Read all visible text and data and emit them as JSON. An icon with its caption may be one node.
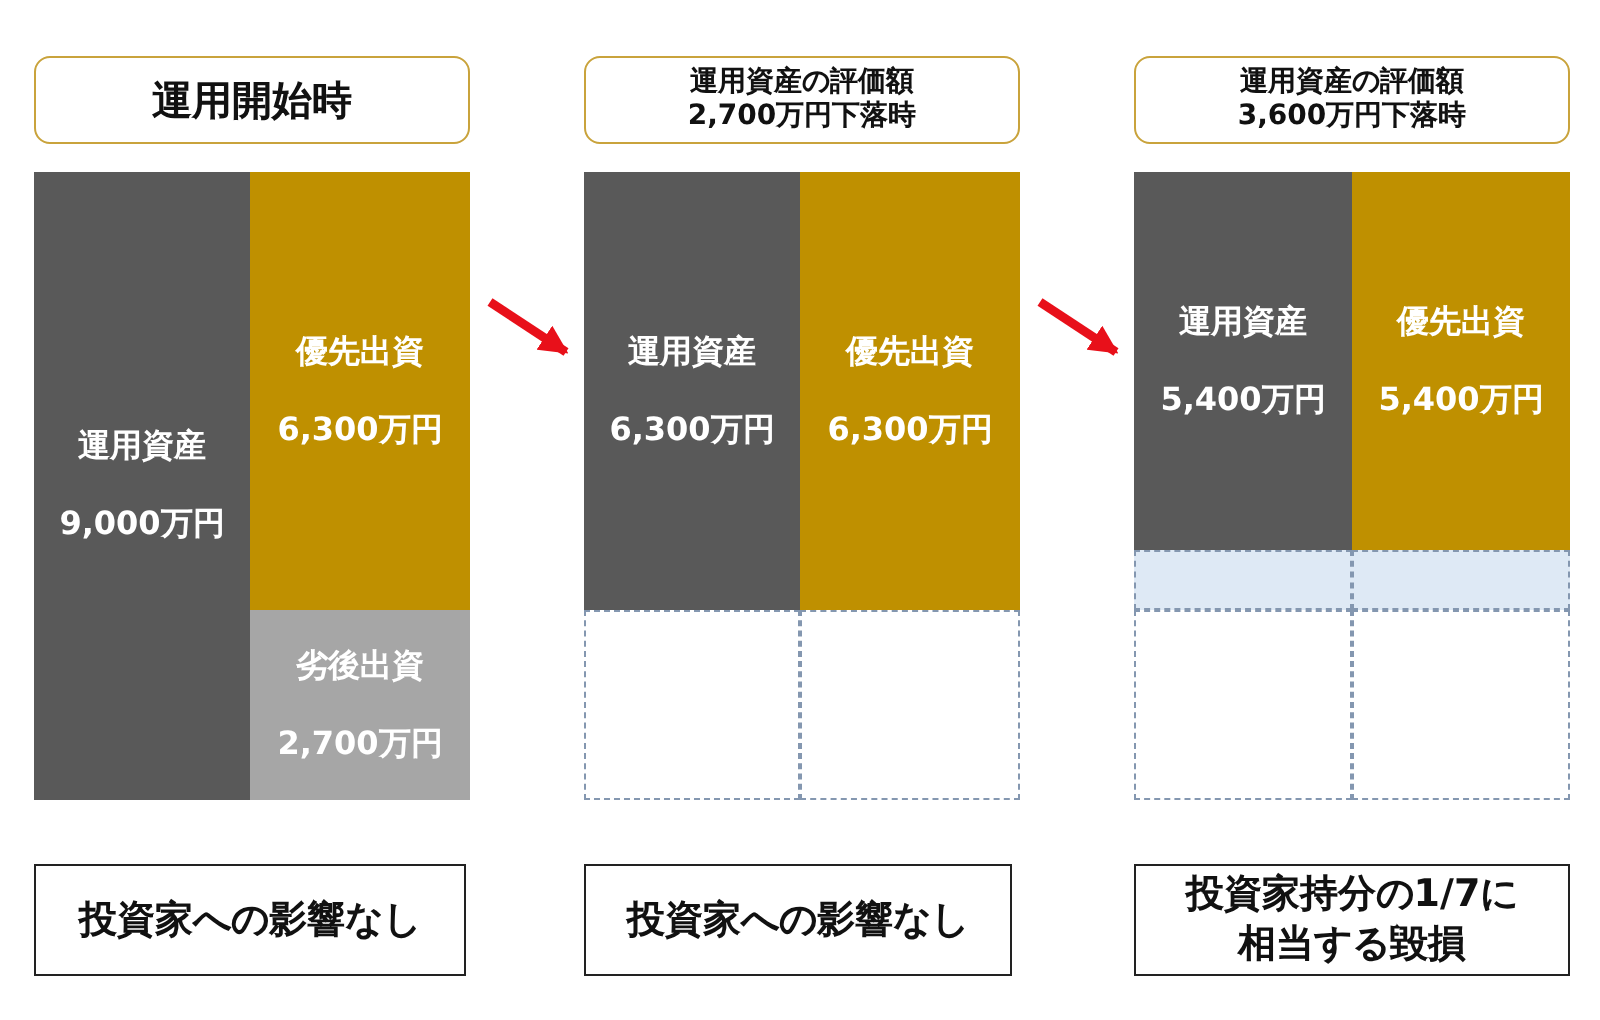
{
  "diagram": {
    "nodes": [
      {
        "text": [
          "運用開始時"
        ]
      },
      {
        "text": [
          "運用資産の評価額2,700万円下落時"
        ]
      },
      {
        "text": [
          "運用資産の評価額3,600万円下落時"
        ]
      },
      {
        "text": [
          "運用資産",
          "9,000万円"
        ]
      },
      {
        "text": [
          "優先出資",
          "6,300万円"
        ]
      },
      {
        "text": [
          "劣後出資",
          "2,700万円"
        ]
      },
      {
        "text": [
          "運用資産",
          "6,300万円"
        ]
      },
      {
        "text": [
          "優先出資",
          "6,300万円"
        ]
      },
      {
        "text": [],
        "shape": "box"
      },
      {
        "text": [],
        "shape": "box"
      },
      {
        "text": [
          "運用資産",
          "5,400万円"
        ]
      },
      {
        "text": [
          "優先出資",
          "5,400万円"
        ]
      },
      {
        "text": [],
        "shape": "box"
      },
      {
        "text": [],
        "shape": "box"
      },
      {
        "text": [],
        "shape": "box"
      },
      {
        "text": [],
        "shape": "box"
      },
      {
        "text": [
          "投資家への影響なし"
        ]
      },
      {
        "text": [
          "投資家への影響なし"
        ]
      },
      {
        "text": [
          "投資家持分の1/7に相当する毀損"
        ]
      }
    ],
    "edges": [
      {
        "from": 4,
        "to": 6,
        "arrow": "to"
      },
      {
        "from": 7,
        "to": 10,
        "arrow": "to"
      }
    ]
  }
}
